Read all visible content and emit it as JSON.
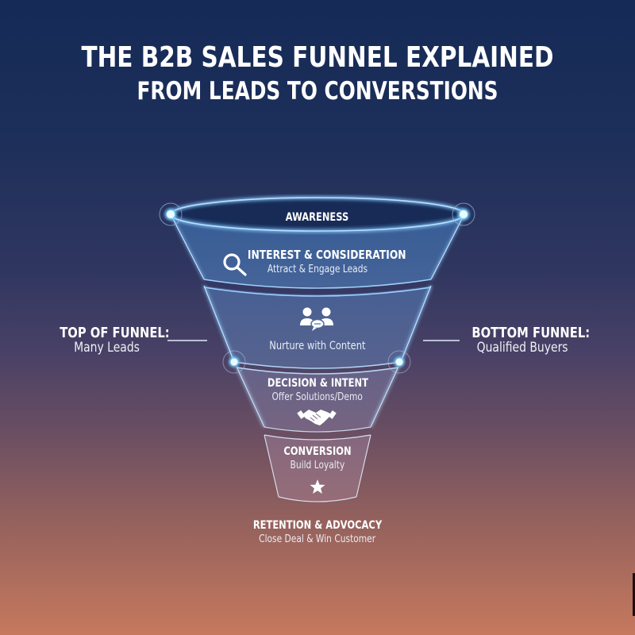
{
  "header": {
    "title": "THE B2B SALES FUNNEL EXPLAINED",
    "subtitle": "FROM LEADS TO CONVERSTIONS"
  },
  "funnel": {
    "stages": [
      {
        "title": "AWARENESS",
        "subtitle": "",
        "icon": ""
      },
      {
        "title": "INTEREST & CONSIDERATION",
        "subtitle": "Attract & Engage Leads",
        "icon": "search-icon"
      },
      {
        "title": "",
        "subtitle": "Nurture with Content",
        "icon": "people-chat-icon"
      },
      {
        "title": "DECISION & INTENT",
        "subtitle": "Offer Solutions/Demo",
        "icon": "handshake-icon"
      },
      {
        "title": "CONVERSION",
        "subtitle": "Build Loyalty",
        "icon": "star-icon"
      },
      {
        "title": "RETENTION & ADVOCACY",
        "subtitle": "Close Deal & Win Customer",
        "icon": ""
      }
    ]
  },
  "side_labels": {
    "left": {
      "title": "TOP OF FUNNEL:",
      "subtitle": "Many Leads"
    },
    "right": {
      "title": "BOTTOM FUNNEL:",
      "subtitle": "Qualified Buyers"
    }
  },
  "colors": {
    "background_top": "#152a57",
    "background_bottom": "#c6795d",
    "glow": "#9fd8ff",
    "rim": "#8cc4f2"
  }
}
